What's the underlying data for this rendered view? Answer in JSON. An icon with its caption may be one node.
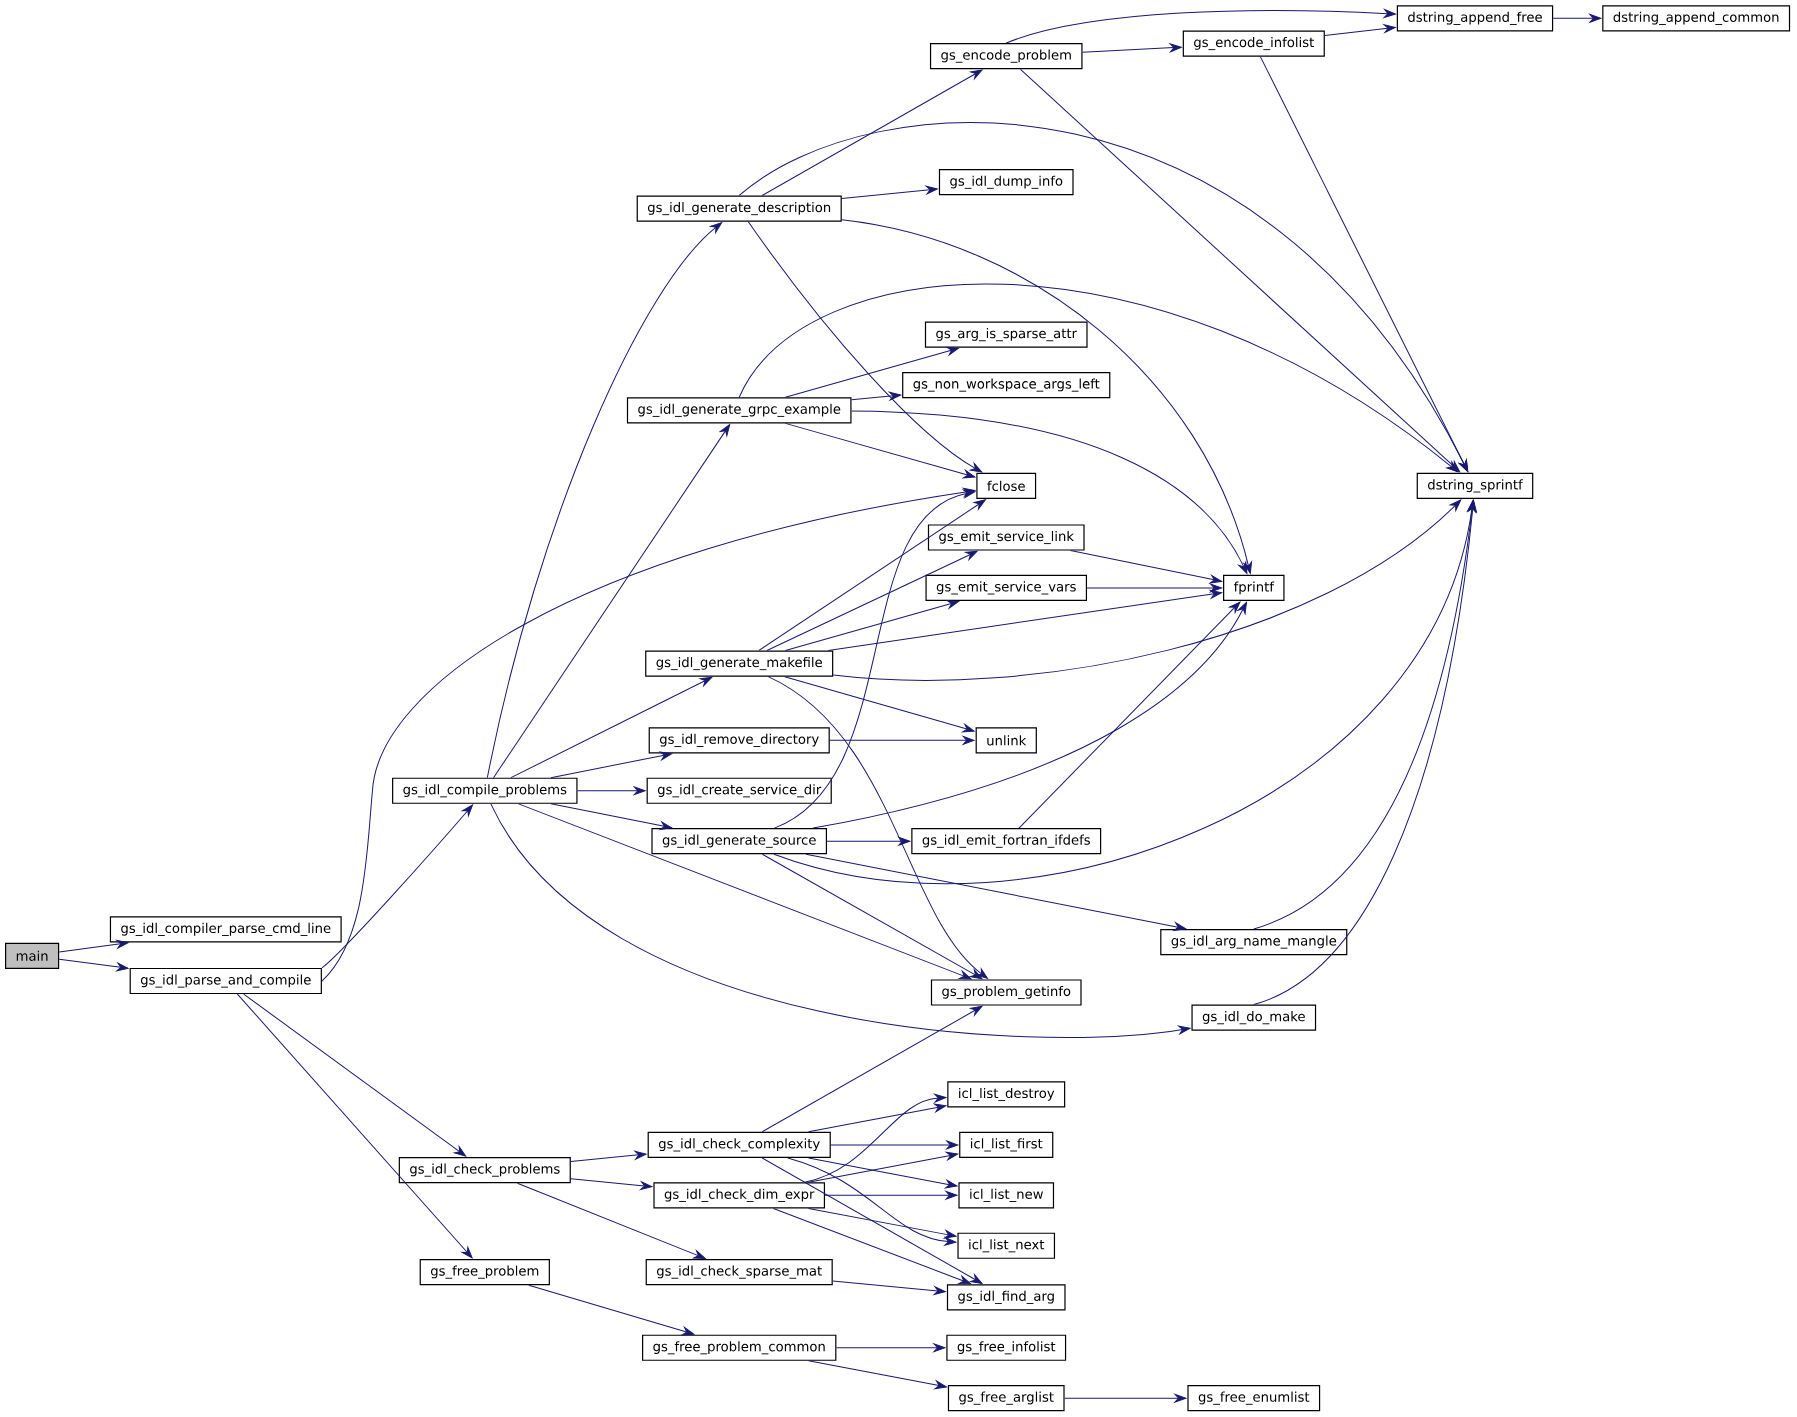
{
  "diagram": {
    "nodes": [
      {
        "text": [
          "main"
        ]
      },
      {
        "text": [
          "gs_idl_compiler_parse_cmd_line"
        ]
      },
      {
        "text": [
          "gs_idl_parse_and_compile"
        ]
      },
      {
        "text": [
          "gs_idl_compile_problems"
        ]
      },
      {
        "text": [
          "gs_idl_check_problems"
        ]
      },
      {
        "text": [
          "gs_free_problem"
        ]
      },
      {
        "text": [
          "gs_idl_generate_description"
        ]
      },
      {
        "text": [
          "gs_idl_generate_grpc_example"
        ]
      },
      {
        "text": [
          "gs_idl_generate_makefile"
        ]
      },
      {
        "text": [
          "gs_idl_remove_directory"
        ]
      },
      {
        "text": [
          "gs_idl_create_service_dir"
        ]
      },
      {
        "text": [
          "gs_idl_generate_source"
        ]
      },
      {
        "text": [
          "gs_idl_check_complexity"
        ]
      },
      {
        "text": [
          "gs_idl_check_dim_expr"
        ]
      },
      {
        "text": [
          "gs_idl_check_sparse_mat"
        ]
      },
      {
        "text": [
          "gs_free_problem_common"
        ]
      },
      {
        "text": [
          "gs_encode_problem"
        ]
      },
      {
        "text": [
          "gs_idl_dump_info"
        ]
      },
      {
        "text": [
          "gs_arg_is_sparse_attr"
        ]
      },
      {
        "text": [
          "gs_non_workspace_args_left"
        ]
      },
      {
        "text": [
          "fclose"
        ]
      },
      {
        "text": [
          "gs_emit_service_link"
        ]
      },
      {
        "text": [
          "gs_emit_service_vars"
        ]
      },
      {
        "text": [
          "unlink"
        ]
      },
      {
        "text": [
          "gs_idl_emit_fortran_ifdefs"
        ]
      },
      {
        "text": [
          "gs_problem_getinfo"
        ]
      },
      {
        "text": [
          "icl_list_destroy"
        ]
      },
      {
        "text": [
          "icl_list_first"
        ]
      },
      {
        "text": [
          "icl_list_new"
        ]
      },
      {
        "text": [
          "icl_list_next"
        ]
      },
      {
        "text": [
          "gs_idl_find_arg"
        ]
      },
      {
        "text": [
          "gs_free_infolist"
        ]
      },
      {
        "text": [
          "gs_free_arglist"
        ]
      },
      {
        "text": [
          "gs_encode_infolist"
        ]
      },
      {
        "text": [
          "fprintf"
        ]
      },
      {
        "text": [
          "gs_idl_arg_name_mangle"
        ]
      },
      {
        "text": [
          "gs_idl_do_make"
        ]
      },
      {
        "text": [
          "gs_free_enumlist"
        ]
      },
      {
        "text": [
          "dstring_append_free"
        ]
      },
      {
        "text": [
          "dstring_sprintf"
        ]
      },
      {
        "text": [
          "dstring_append_common"
        ]
      }
    ],
    "edges": [
      {
        "from": 0,
        "to": 1,
        "arrow": "to"
      },
      {
        "from": 0,
        "to": 2,
        "arrow": "to"
      },
      {
        "from": 2,
        "to": 3,
        "arrow": "to"
      },
      {
        "from": 2,
        "to": 20,
        "arrow": "to"
      },
      {
        "from": 2,
        "to": 4,
        "arrow": "to"
      },
      {
        "from": 2,
        "to": 5,
        "arrow": "to"
      },
      {
        "from": 3,
        "to": 6,
        "arrow": "to"
      },
      {
        "from": 3,
        "to": 7,
        "arrow": "to"
      },
      {
        "from": 3,
        "to": 8,
        "arrow": "to"
      },
      {
        "from": 3,
        "to": 9,
        "arrow": "to"
      },
      {
        "from": 3,
        "to": 10,
        "arrow": "to"
      },
      {
        "from": 3,
        "to": 11,
        "arrow": "to"
      },
      {
        "from": 3,
        "to": 25,
        "arrow": "to"
      },
      {
        "from": 3,
        "to": 36,
        "arrow": "to"
      },
      {
        "from": 6,
        "to": 16,
        "arrow": "to"
      },
      {
        "from": 6,
        "to": 17,
        "arrow": "to"
      },
      {
        "from": 6,
        "to": 39,
        "arrow": "to"
      },
      {
        "from": 6,
        "to": 34,
        "arrow": "to"
      },
      {
        "from": 6,
        "to": 20,
        "arrow": "to"
      },
      {
        "from": 7,
        "to": 18,
        "arrow": "to"
      },
      {
        "from": 7,
        "to": 19,
        "arrow": "to"
      },
      {
        "from": 7,
        "to": 39,
        "arrow": "to"
      },
      {
        "from": 7,
        "to": 34,
        "arrow": "to"
      },
      {
        "from": 7,
        "to": 20,
        "arrow": "to"
      },
      {
        "from": 8,
        "to": 20,
        "arrow": "to"
      },
      {
        "from": 8,
        "to": 21,
        "arrow": "to"
      },
      {
        "from": 8,
        "to": 22,
        "arrow": "to"
      },
      {
        "from": 8,
        "to": 34,
        "arrow": "to"
      },
      {
        "from": 8,
        "to": 39,
        "arrow": "to"
      },
      {
        "from": 8,
        "to": 23,
        "arrow": "to"
      },
      {
        "from": 8,
        "to": 25,
        "arrow": "to"
      },
      {
        "from": 9,
        "to": 23,
        "arrow": "to"
      },
      {
        "from": 11,
        "to": 20,
        "arrow": "to"
      },
      {
        "from": 11,
        "to": 24,
        "arrow": "to"
      },
      {
        "from": 11,
        "to": 34,
        "arrow": "to"
      },
      {
        "from": 11,
        "to": 39,
        "arrow": "to"
      },
      {
        "from": 11,
        "to": 35,
        "arrow": "to"
      },
      {
        "from": 11,
        "to": 25,
        "arrow": "to"
      },
      {
        "from": 16,
        "to": 38,
        "arrow": "to"
      },
      {
        "from": 16,
        "to": 33,
        "arrow": "to"
      },
      {
        "from": 16,
        "to": 39,
        "arrow": "to"
      },
      {
        "from": 33,
        "to": 38,
        "arrow": "to"
      },
      {
        "from": 33,
        "to": 39,
        "arrow": "to"
      },
      {
        "from": 38,
        "to": 40,
        "arrow": "to"
      },
      {
        "from": 21,
        "to": 34,
        "arrow": "to"
      },
      {
        "from": 22,
        "to": 34,
        "arrow": "to"
      },
      {
        "from": 24,
        "to": 34,
        "arrow": "to"
      },
      {
        "from": 35,
        "to": 39,
        "arrow": "to"
      },
      {
        "from": 36,
        "to": 39,
        "arrow": "to"
      },
      {
        "from": 4,
        "to": 12,
        "arrow": "to"
      },
      {
        "from": 4,
        "to": 13,
        "arrow": "to"
      },
      {
        "from": 4,
        "to": 14,
        "arrow": "to"
      },
      {
        "from": 12,
        "to": 25,
        "arrow": "to"
      },
      {
        "from": 12,
        "to": 26,
        "arrow": "to"
      },
      {
        "from": 12,
        "to": 27,
        "arrow": "to"
      },
      {
        "from": 12,
        "to": 28,
        "arrow": "to"
      },
      {
        "from": 12,
        "to": 29,
        "arrow": "to"
      },
      {
        "from": 12,
        "to": 30,
        "arrow": "to"
      },
      {
        "from": 13,
        "to": 26,
        "arrow": "to"
      },
      {
        "from": 13,
        "to": 27,
        "arrow": "to"
      },
      {
        "from": 13,
        "to": 28,
        "arrow": "to"
      },
      {
        "from": 13,
        "to": 29,
        "arrow": "to"
      },
      {
        "from": 13,
        "to": 30,
        "arrow": "to"
      },
      {
        "from": 14,
        "to": 30,
        "arrow": "to"
      },
      {
        "from": 5,
        "to": 15,
        "arrow": "to"
      },
      {
        "from": 15,
        "to": 31,
        "arrow": "to"
      },
      {
        "from": 15,
        "to": 32,
        "arrow": "to"
      },
      {
        "from": 32,
        "to": 37,
        "arrow": "to"
      }
    ]
  }
}
